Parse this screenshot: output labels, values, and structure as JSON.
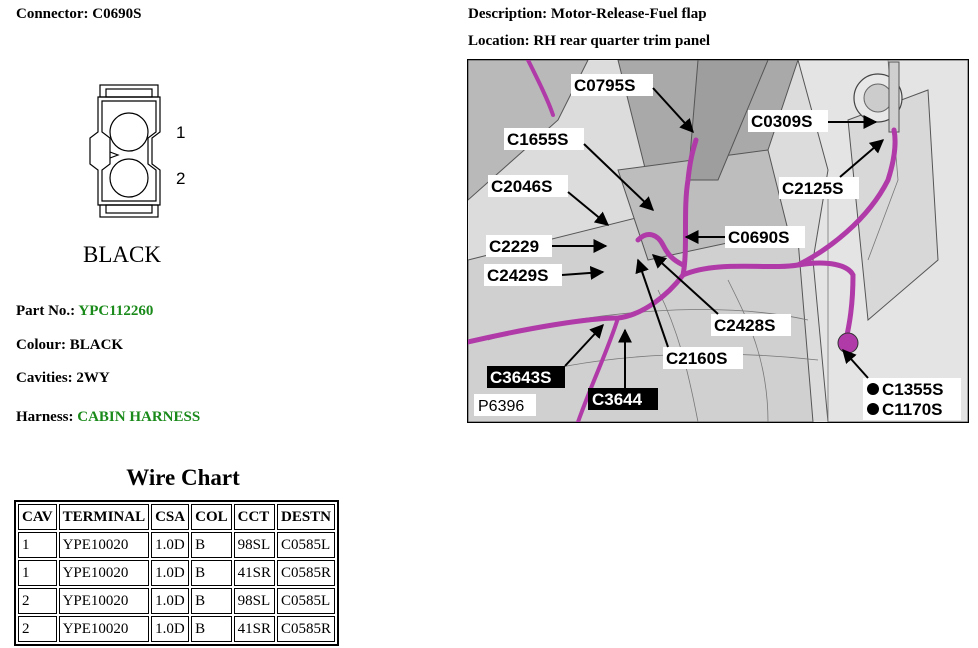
{
  "connector": {
    "label": "Connector:",
    "value": "C0690S",
    "pin_labels": [
      "1",
      "2"
    ],
    "colour_caption": "BLACK"
  },
  "description": {
    "label": "Description:",
    "value": "Motor-Release-Fuel flap"
  },
  "location": {
    "label": "Location:",
    "value": "RH rear quarter trim panel"
  },
  "part_no": {
    "label": "Part No.:",
    "value": "YPC112260"
  },
  "colour": {
    "label": "Colour:",
    "value": "BLACK"
  },
  "cavities": {
    "label": "Cavities:",
    "value": "2WY"
  },
  "harness": {
    "label": "Harness:",
    "value": "CABIN HARNESS"
  },
  "wire_chart": {
    "title": "Wire Chart",
    "headers": [
      "CAV",
      "TERMINAL",
      "CSA",
      "COL",
      "CCT",
      "DESTN"
    ],
    "rows": [
      [
        "1",
        "YPE10020",
        "1.0D",
        "B",
        "98SL",
        "C0585L"
      ],
      [
        "1",
        "YPE10020",
        "1.0D",
        "B",
        "41SR",
        "C0585R"
      ],
      [
        "2",
        "YPE10020",
        "1.0D",
        "B",
        "98SL",
        "C0585L"
      ],
      [
        "2",
        "YPE10020",
        "1.0D",
        "B",
        "41SR",
        "C0585R"
      ]
    ]
  },
  "photo": {
    "callouts": {
      "c0795s": "C0795S",
      "c1655s": "C1655S",
      "c2046s": "C2046S",
      "c2229": "C2229",
      "c2429s": "C2429S",
      "c0309s": "C0309S",
      "c2125s": "C2125S",
      "c0690s": "C0690S",
      "c2428s": "C2428S",
      "c2160s": "C2160S",
      "c3643s": "C3643S",
      "c3644": "C3644",
      "c1355s": "C1355S",
      "c1170s": "C1170S"
    },
    "figure_id": "P6396",
    "harness_color": "#b03aa8"
  }
}
